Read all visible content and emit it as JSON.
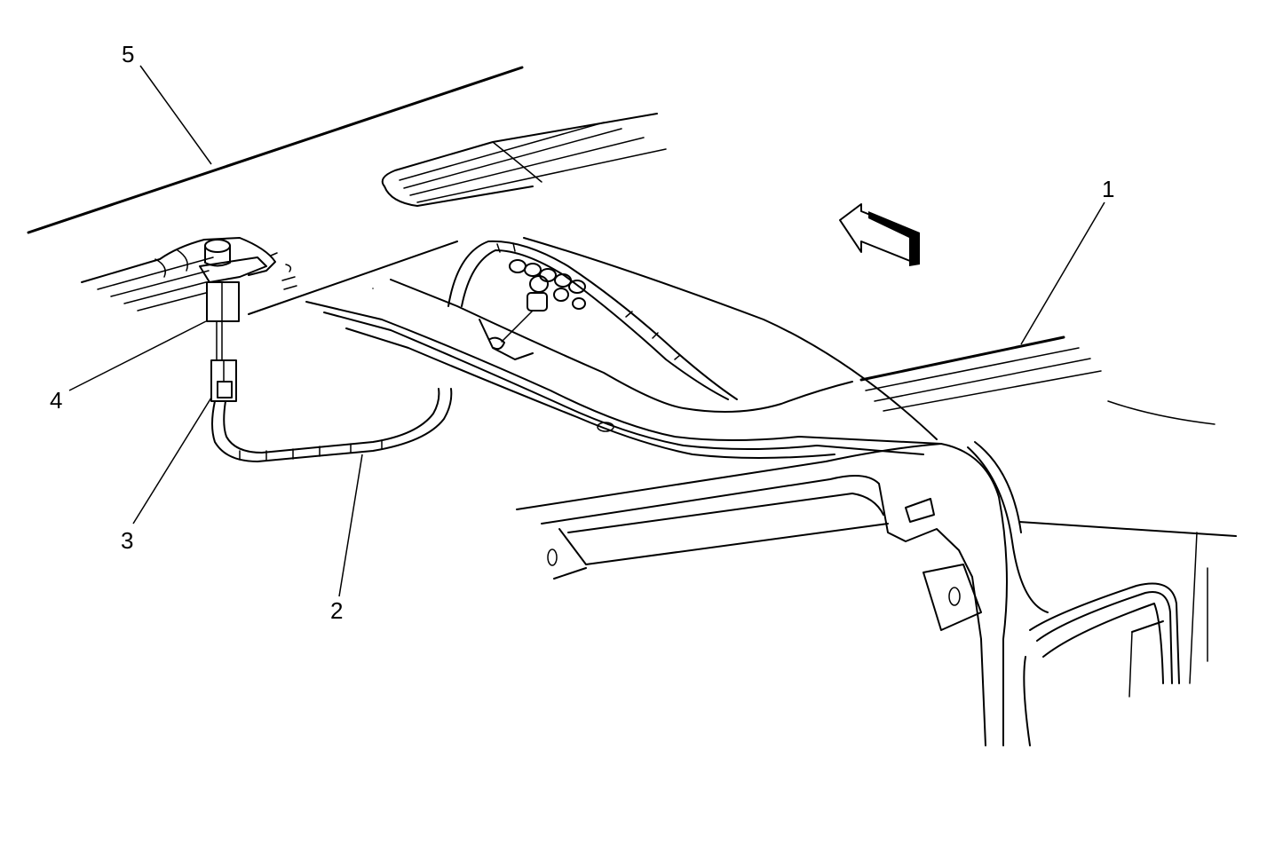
{
  "callouts": [
    {
      "id": "1",
      "label": "1"
    },
    {
      "id": "2",
      "label": "2"
    },
    {
      "id": "3",
      "label": "3"
    },
    {
      "id": "4",
      "label": "4"
    },
    {
      "id": "5",
      "label": "5"
    }
  ],
  "icons": {
    "direction_arrow": "arrow-forward-icon"
  }
}
